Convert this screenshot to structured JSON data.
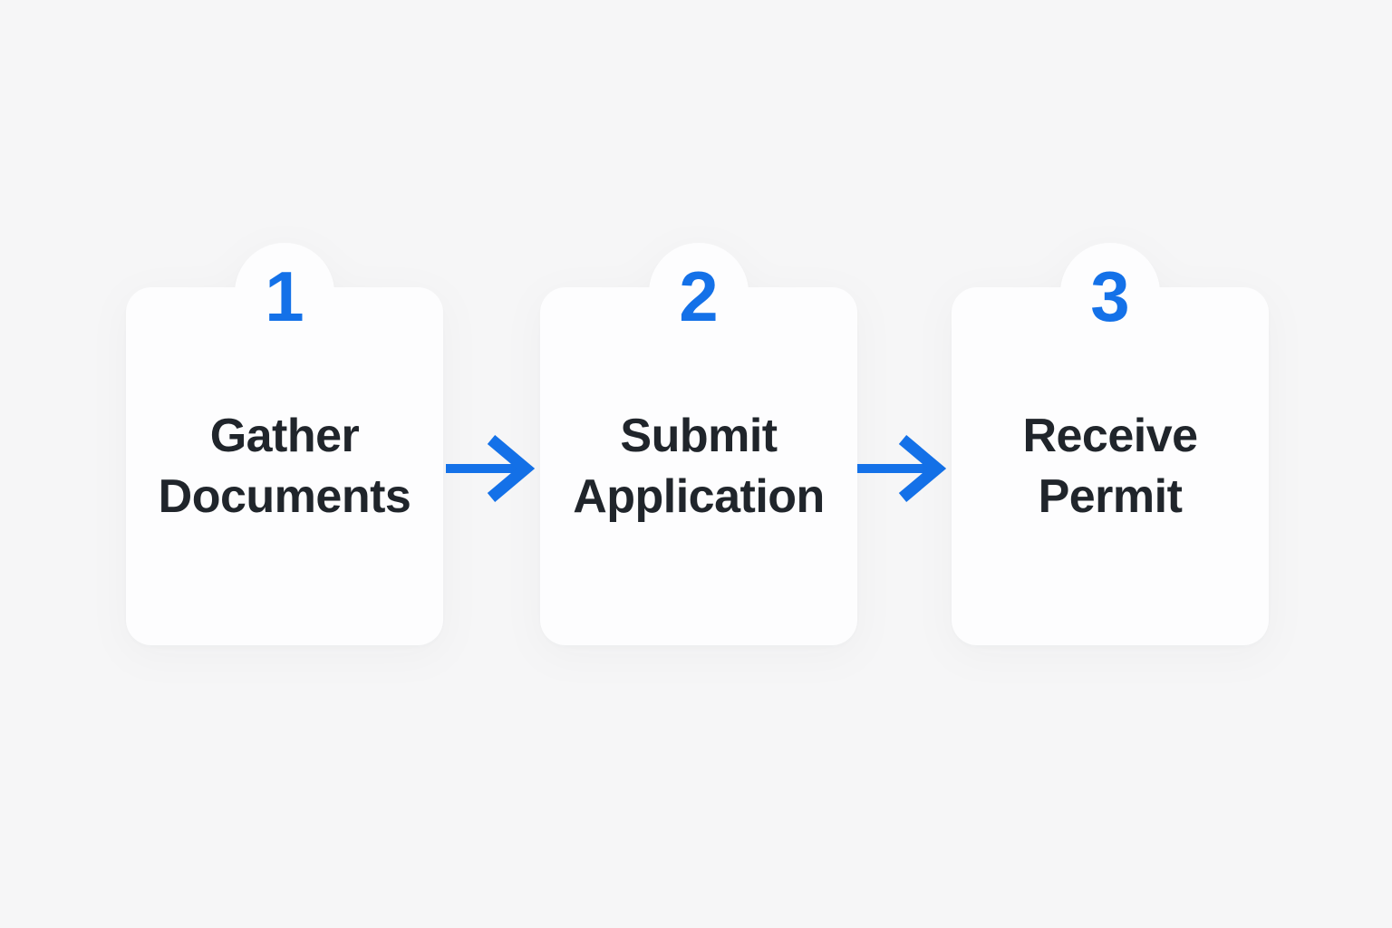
{
  "diagram": {
    "type": "process-flow",
    "colors": {
      "background": "#f6f6f7",
      "card": "#fdfdfe",
      "accent": "#1471e8",
      "text": "#20252b"
    },
    "steps": [
      {
        "number": "1",
        "label": "Gather Documents"
      },
      {
        "number": "2",
        "label": "Submit Application"
      },
      {
        "number": "3",
        "label": "Receive Permit"
      }
    ],
    "connectors": [
      {
        "icon": "arrow-right"
      },
      {
        "icon": "arrow-right"
      }
    ]
  }
}
